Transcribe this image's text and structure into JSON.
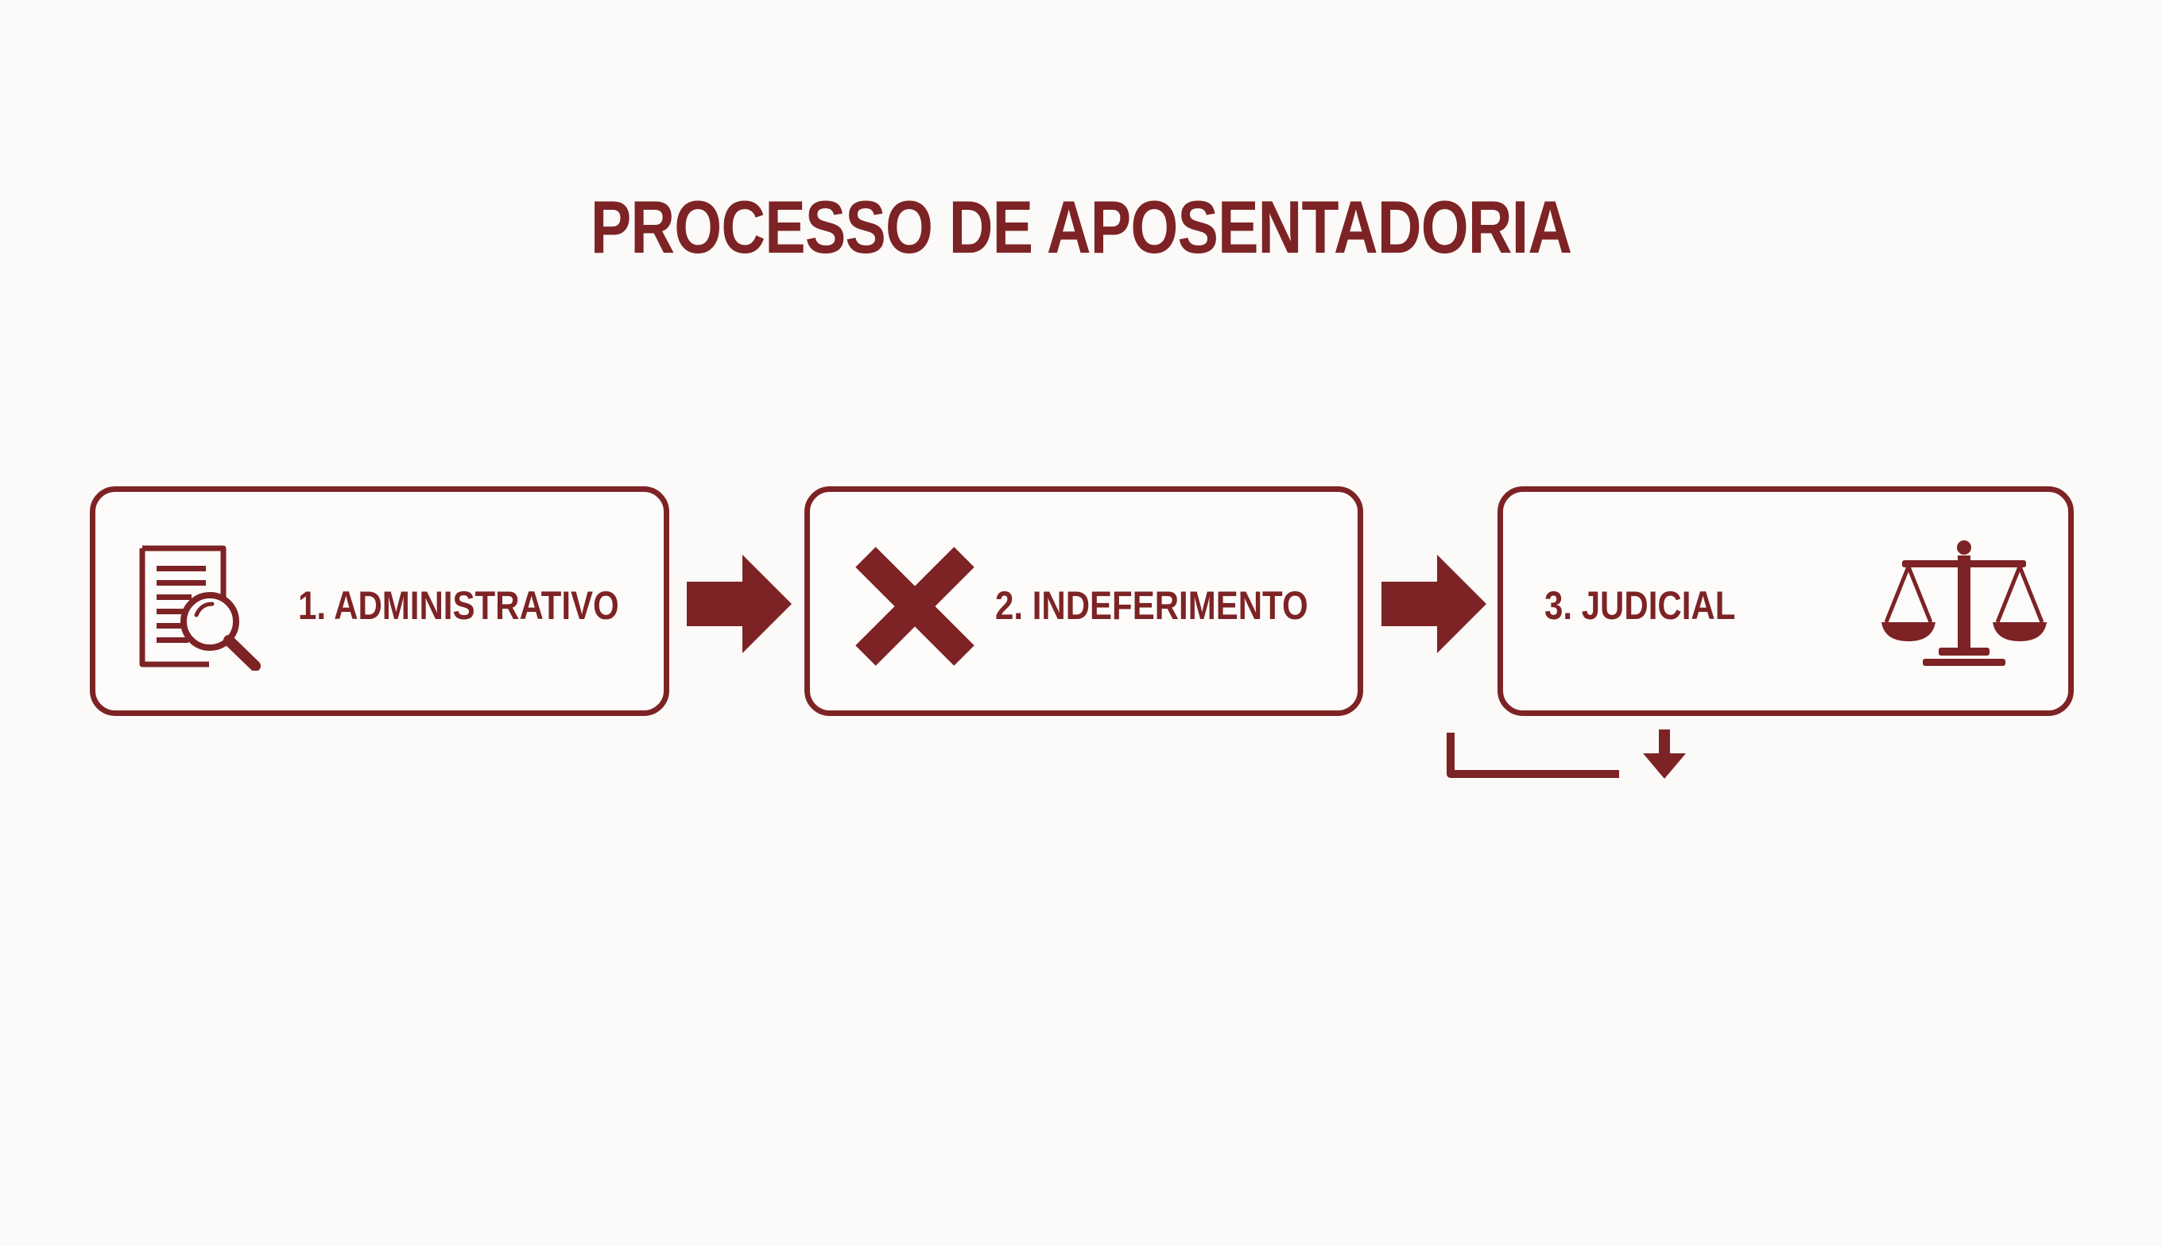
{
  "title": "PROCESSO DE APOSENTADORIA",
  "colors": {
    "accent": "#7d2325",
    "background": "#fbfaf8"
  },
  "steps": [
    {
      "label": "1. ADMINISTRATIVO",
      "icon": "document-search-icon"
    },
    {
      "label": "2. INDEFERIMENTO",
      "icon": "x-mark-icon"
    },
    {
      "label": "3. JUDICIAL",
      "icon": "scales-of-justice-icon"
    }
  ],
  "connectors": [
    {
      "from": "1. ADMINISTRATIVO",
      "to": "2. INDEFERIMENTO",
      "icon": "right-arrow-icon"
    },
    {
      "from": "2. INDEFERIMENTO",
      "to": "3. JUDICIAL",
      "icon": "right-arrow-icon"
    },
    {
      "from": "3. JUDICIAL",
      "to": "",
      "icon": "down-arrow-icon"
    }
  ]
}
